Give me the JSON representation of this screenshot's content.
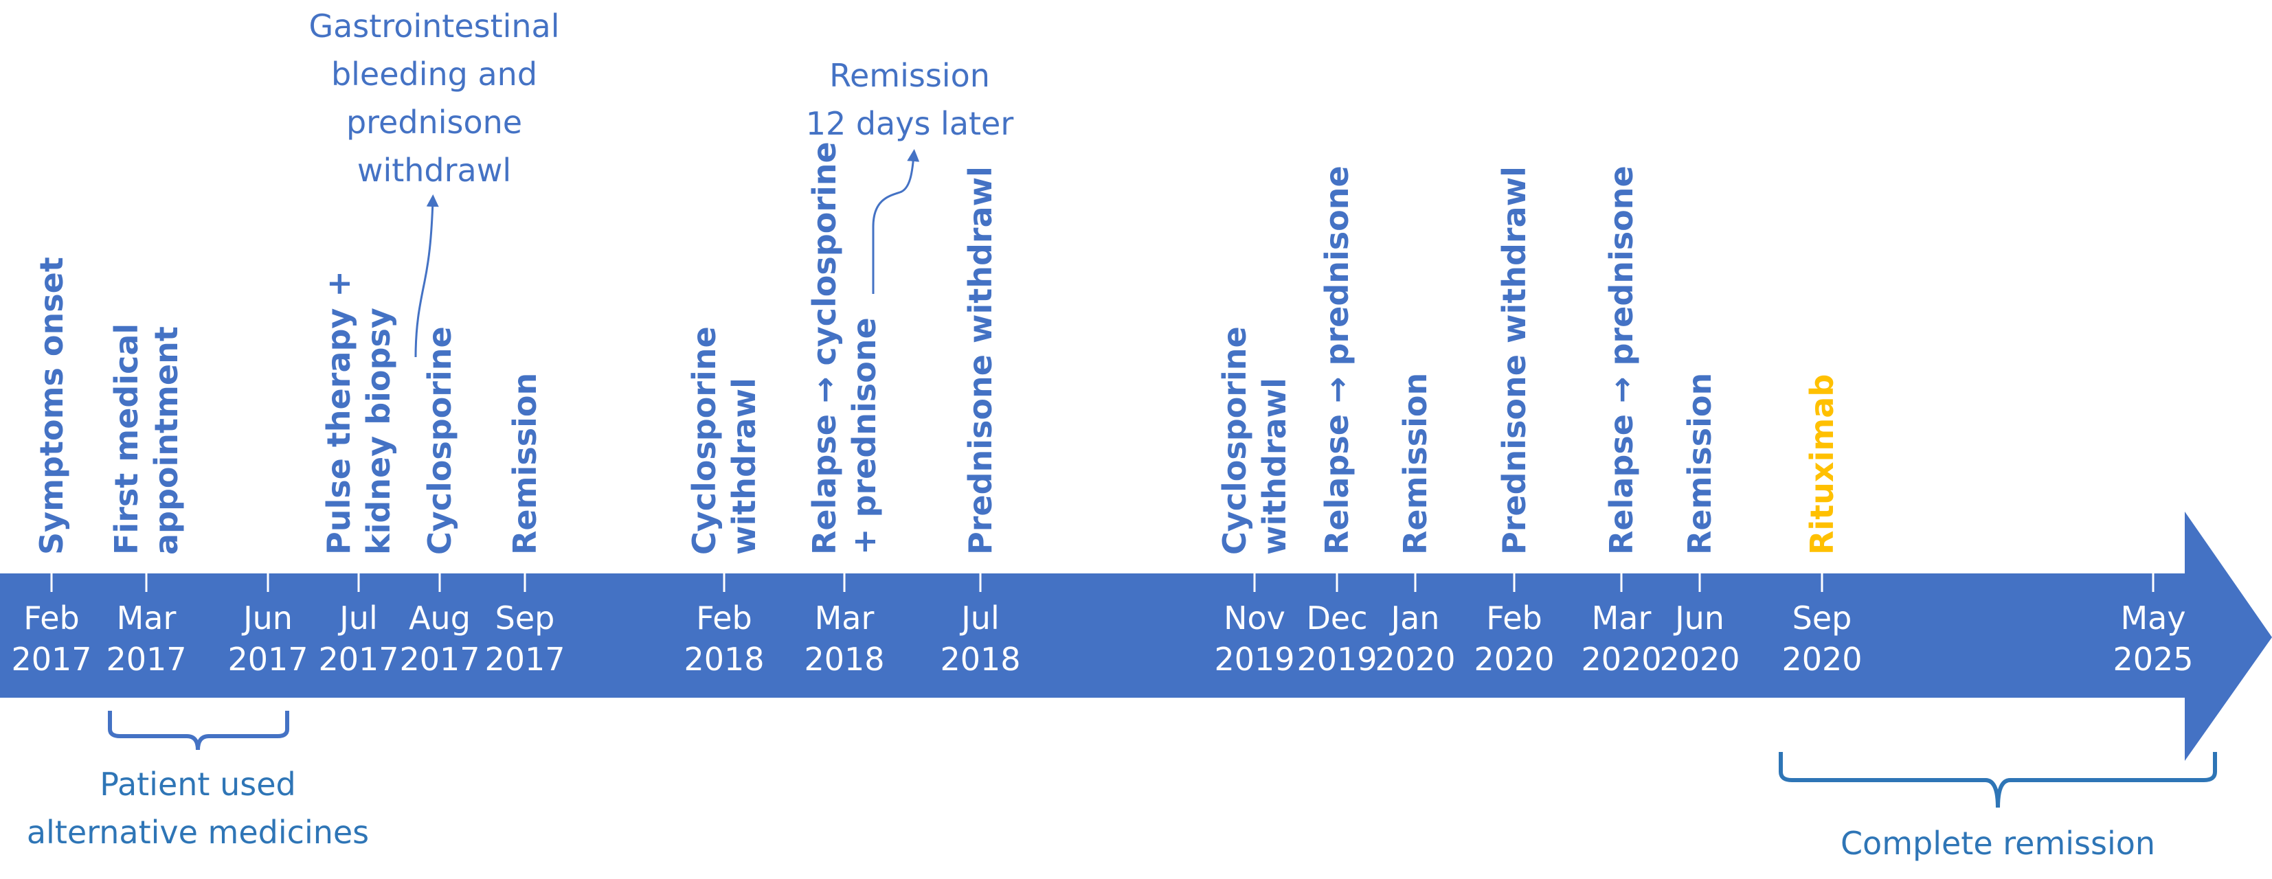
{
  "colors": {
    "timeline": "#4472C4",
    "event_text": "#4472C4",
    "highlight": "#FFC000",
    "note_text": "#2E75B6",
    "date_text": "#FFFFFF"
  },
  "dates": [
    {
      "id": "feb-2017",
      "month": "Feb",
      "year": "2017"
    },
    {
      "id": "mar-2017",
      "month": "Mar",
      "year": "2017"
    },
    {
      "id": "jun-2017",
      "month": "Jun",
      "year": "2017"
    },
    {
      "id": "jul-2017",
      "month": "Jul",
      "year": "2017"
    },
    {
      "id": "aug-2017",
      "month": "Aug",
      "year": "2017"
    },
    {
      "id": "sep-2017",
      "month": "Sep",
      "year": "2017"
    },
    {
      "id": "feb-2018",
      "month": "Feb",
      "year": "2018"
    },
    {
      "id": "mar-2018",
      "month": "Mar",
      "year": "2018"
    },
    {
      "id": "jul-2018",
      "month": "Jul",
      "year": "2018"
    },
    {
      "id": "nov-2019",
      "month": "Nov",
      "year": "2019"
    },
    {
      "id": "dec-2019",
      "month": "Dec",
      "year": "2019"
    },
    {
      "id": "jan-2020",
      "month": "Jan",
      "year": "2020"
    },
    {
      "id": "feb-2020",
      "month": "Feb",
      "year": "2020"
    },
    {
      "id": "mar-2020",
      "month": "Mar",
      "year": "2020"
    },
    {
      "id": "jun-2020",
      "month": "Jun",
      "year": "2020"
    },
    {
      "id": "sep-2020",
      "month": "Sep",
      "year": "2020"
    },
    {
      "id": "may-2025",
      "month": "May",
      "year": "2025"
    }
  ],
  "events": [
    {
      "date": "feb-2017",
      "lines": [
        "Symptoms onset"
      ],
      "highlight": false
    },
    {
      "date": "mar-2017",
      "lines": [
        "First medical",
        "appointment"
      ],
      "highlight": false
    },
    {
      "date": "jul-2017",
      "lines": [
        "Pulse therapy +",
        "kidney biopsy"
      ],
      "highlight": false
    },
    {
      "date": "aug-2017",
      "lines": [
        "Cyclosporine"
      ],
      "highlight": false
    },
    {
      "date": "sep-2017",
      "lines": [
        "Remission"
      ],
      "highlight": false
    },
    {
      "date": "feb-2018",
      "lines": [
        "Cyclosporine",
        "withdrawl"
      ],
      "highlight": false
    },
    {
      "date": "mar-2018",
      "lines": [
        "Relapse → cyclosporine",
        "+ prednisone"
      ],
      "highlight": false
    },
    {
      "date": "jul-2018",
      "lines": [
        "Prednisone withdrawl"
      ],
      "highlight": false
    },
    {
      "date": "nov-2019",
      "lines": [
        "Cyclosporine",
        "withdrawl"
      ],
      "highlight": false
    },
    {
      "date": "dec-2019",
      "lines": [
        "Relapse → prednisone"
      ],
      "highlight": false
    },
    {
      "date": "jan-2020",
      "lines": [
        "Remission"
      ],
      "highlight": false
    },
    {
      "date": "feb-2020",
      "lines": [
        "Prednisone withdrawl"
      ],
      "highlight": false
    },
    {
      "date": "mar-2020",
      "lines": [
        "Relapse → prednisone"
      ],
      "highlight": false
    },
    {
      "date": "jun-2020",
      "lines": [
        "Remission"
      ],
      "highlight": false
    },
    {
      "date": "sep-2020",
      "lines": [
        "Rituximab"
      ],
      "highlight": true
    }
  ],
  "annotations": {
    "gi_bleeding": [
      "Gastrointestinal",
      "bleeding and",
      "prednisone",
      "withdrawl"
    ],
    "remission_later": [
      "Remission",
      "12 days later"
    ]
  },
  "brackets": {
    "alternative_medicines": [
      "Patient used",
      "alternative medicines"
    ],
    "complete_remission": [
      "Complete remission"
    ]
  }
}
